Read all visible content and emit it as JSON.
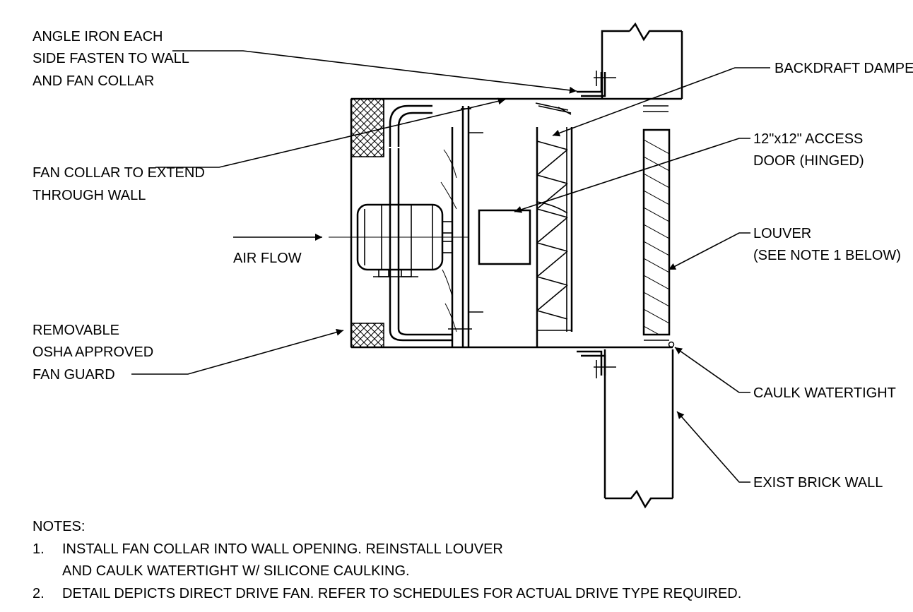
{
  "labels": {
    "angle_iron": [
      "ANGLE IRON EACH",
      "SIDE FASTEN TO WALL",
      "AND FAN COLLAR"
    ],
    "fan_collar": [
      "FAN COLLAR TO EXTEND",
      "THROUGH WALL"
    ],
    "air_flow": "AIR FLOW",
    "fan_guard": [
      "REMOVABLE",
      "OSHA APPROVED",
      "FAN GUARD"
    ],
    "backdraft_damper": "BACKDRAFT DAMPER",
    "access_door": [
      "12\"x12\" ACCESS",
      "DOOR (HINGED)"
    ],
    "louver": [
      "LOUVER",
      "(SEE NOTE 1 BELOW)"
    ],
    "caulk": "CAULK WATERTIGHT",
    "brick_wall": "EXIST BRICK WALL"
  },
  "notes": {
    "heading": "NOTES:",
    "items": [
      {
        "num": "1.",
        "lines": [
          "INSTALL FAN COLLAR INTO WALL OPENING. REINSTALL LOUVER",
          "AND CAULK WATERTIGHT W/ SILICONE CAULKING."
        ]
      },
      {
        "num": "2.",
        "lines": [
          "DETAIL DEPICTS DIRECT DRIVE FAN. REFER TO SCHEDULES FOR ACTUAL DRIVE TYPE REQUIRED."
        ]
      }
    ]
  }
}
